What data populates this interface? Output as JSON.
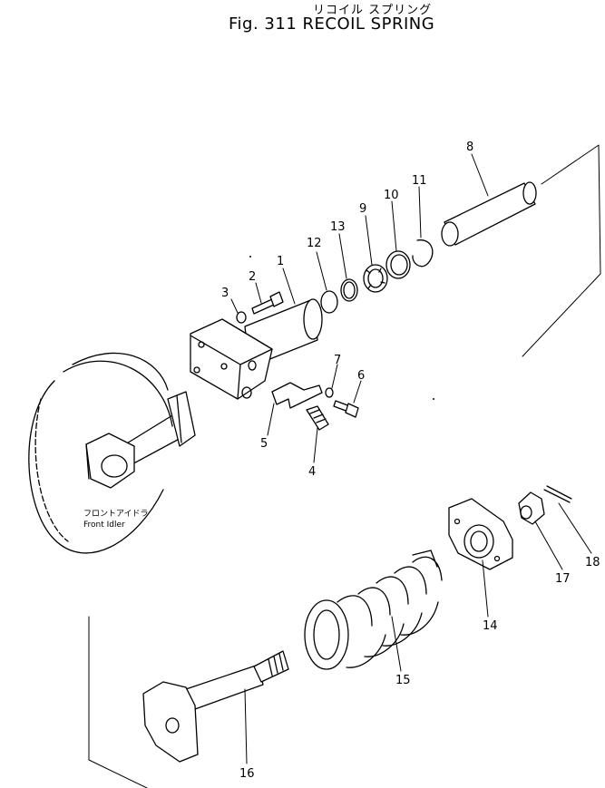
{
  "title": {
    "japanese": "リコイル スプリング",
    "english": "Fig. 311 RECOIL SPRING"
  },
  "front_idler": {
    "label_jp": "フロントアイドラ",
    "label_en": "Front Idler"
  },
  "parts": {
    "p1": "1",
    "p2": "2",
    "p3": "3",
    "p4": "4",
    "p5": "5",
    "p6": "6",
    "p7": "7",
    "p8": "8",
    "p9": "9",
    "p10": "10",
    "p11": "11",
    "p12": "12",
    "p13": "13",
    "p14": "14",
    "p15": "15",
    "p16": "16",
    "p17": "17",
    "p18": "18"
  }
}
